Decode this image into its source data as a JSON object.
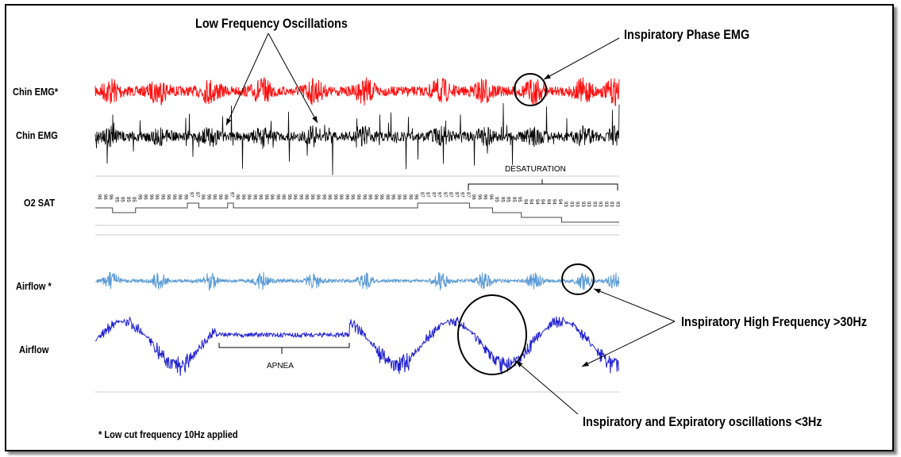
{
  "title_annotation": "Low Frequency  Oscillations",
  "annotations": {
    "inspiratory_phase_emg": "Inspiratory Phase EMG",
    "inspiratory_high_freq": "Inspiratory High Frequency >30Hz",
    "insp_exp_oscillations": "Inspiratory and Expiratory oscillations <3Hz",
    "desaturation": "DESATURATION",
    "apnea": "APNEA"
  },
  "channels": {
    "chin_emg_filtered": "Chin EMG*",
    "chin_emg": "Chin EMG",
    "o2_sat": "O2  SAT",
    "airflow_filtered": "Airflow *",
    "airflow": "Airflow"
  },
  "footnote": "* Low cut frequency 10Hz applied",
  "colors": {
    "chin_emg_filtered": "#ff1010",
    "chin_emg": "#000000",
    "airflow_filtered": "#5b9bd5",
    "airflow": "#1f1fd0"
  },
  "o2_sat_values": [
    96,
    96,
    96,
    95,
    95,
    95,
    95,
    96,
    96,
    96,
    96,
    96,
    96,
    96,
    96,
    96,
    97,
    97,
    96,
    96,
    96,
    96,
    96,
    97,
    96,
    96,
    96,
    96,
    96,
    96,
    96,
    96,
    96,
    96,
    96,
    96,
    96,
    96,
    96,
    96,
    96,
    96,
    96,
    96,
    96,
    96,
    96,
    96,
    96,
    96,
    96,
    96,
    96,
    96,
    96,
    96,
    97,
    97,
    97,
    97,
    97,
    97,
    97,
    97,
    97,
    96,
    96,
    96,
    96,
    95,
    95,
    95,
    95,
    95,
    94,
    94,
    94,
    94,
    94,
    94,
    94,
    93,
    93,
    93,
    93,
    93,
    93,
    93,
    93,
    93,
    93
  ]
}
